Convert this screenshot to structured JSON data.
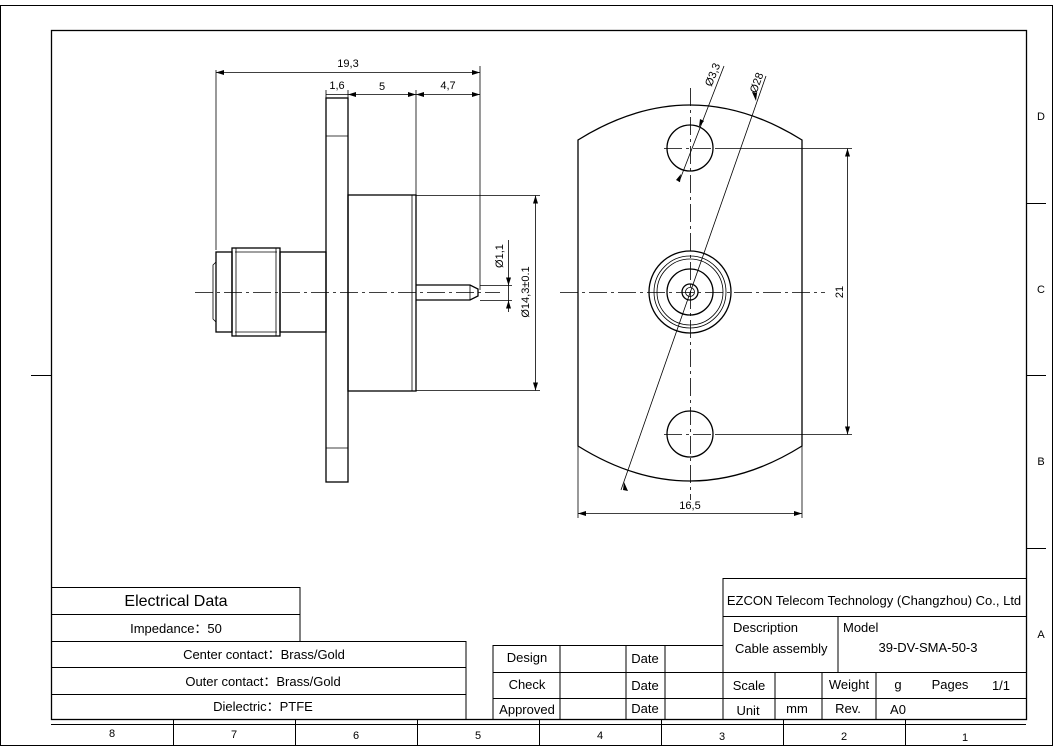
{
  "dimensions": {
    "overall_length": "19,3",
    "flange_thickness": "1,6",
    "body_length": "5",
    "pin_length": "4,7",
    "pin_diameter": "Ø1,1",
    "body_diameter": "Ø14,3±0.1",
    "hole_diameter": "Ø3,3",
    "circle_diameter": "Ø28",
    "hole_spacing": "21",
    "flange_width": "16,5"
  },
  "zones": {
    "columns": [
      "8",
      "7",
      "6",
      "5",
      "4",
      "3",
      "2",
      "1"
    ],
    "rows": [
      "D",
      "C",
      "B",
      "A"
    ]
  },
  "electrical": {
    "title": "Electrical Data",
    "impedance": "Impedance：50",
    "center_contact": "Center contact：Brass/Gold",
    "outer_contact": "Outer contact：Brass/Gold",
    "dielectric": "Dielectric：PTFE"
  },
  "approval": {
    "design": "Design",
    "check": "Check",
    "approved": "Approved",
    "date1": "Date",
    "date2": "Date",
    "date3": "Date"
  },
  "title_block": {
    "company": "EZCON Telecom Technology (Changzhou) Co., Ltd",
    "description_label": "Description",
    "description_value": "Cable assembly",
    "model_label": "Model",
    "model_value": "39-DV-SMA-50-3",
    "scale_label": "Scale",
    "weight_label": "Weight",
    "weight_unit": "g",
    "pages_label": "Pages",
    "pages_value": "1/1",
    "unit_label": "Unit",
    "unit_value": "mm",
    "rev_label": "Rev.",
    "rev_value": "A0"
  }
}
